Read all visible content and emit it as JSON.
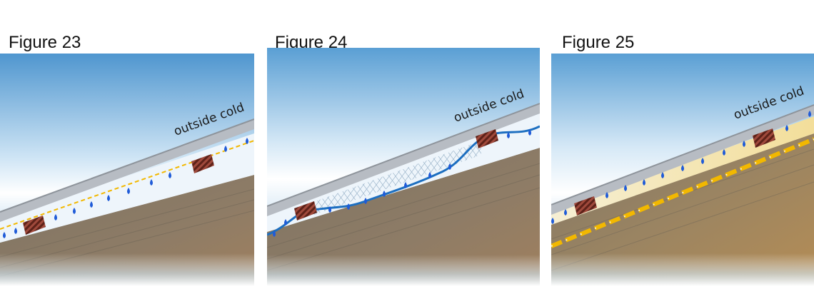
{
  "figures": [
    {
      "title": "Figure 23",
      "label": "outside cold"
    },
    {
      "title": "Figure 24",
      "label": "outside cold"
    },
    {
      "title": "Figure 25",
      "label": "outside cold"
    }
  ],
  "colors": {
    "sky_dark": "#5fa3d6",
    "sky_light": "#eef6fc",
    "roof_cover": "#b9bfc6",
    "insulation": "#edf4fa",
    "wood": "#8a7a66",
    "batten": "#8c3a2e",
    "water": "#1f5bd8",
    "vapour_barrier_yellow": "#f2b800",
    "membrane_blue": "#1d6fc0"
  }
}
